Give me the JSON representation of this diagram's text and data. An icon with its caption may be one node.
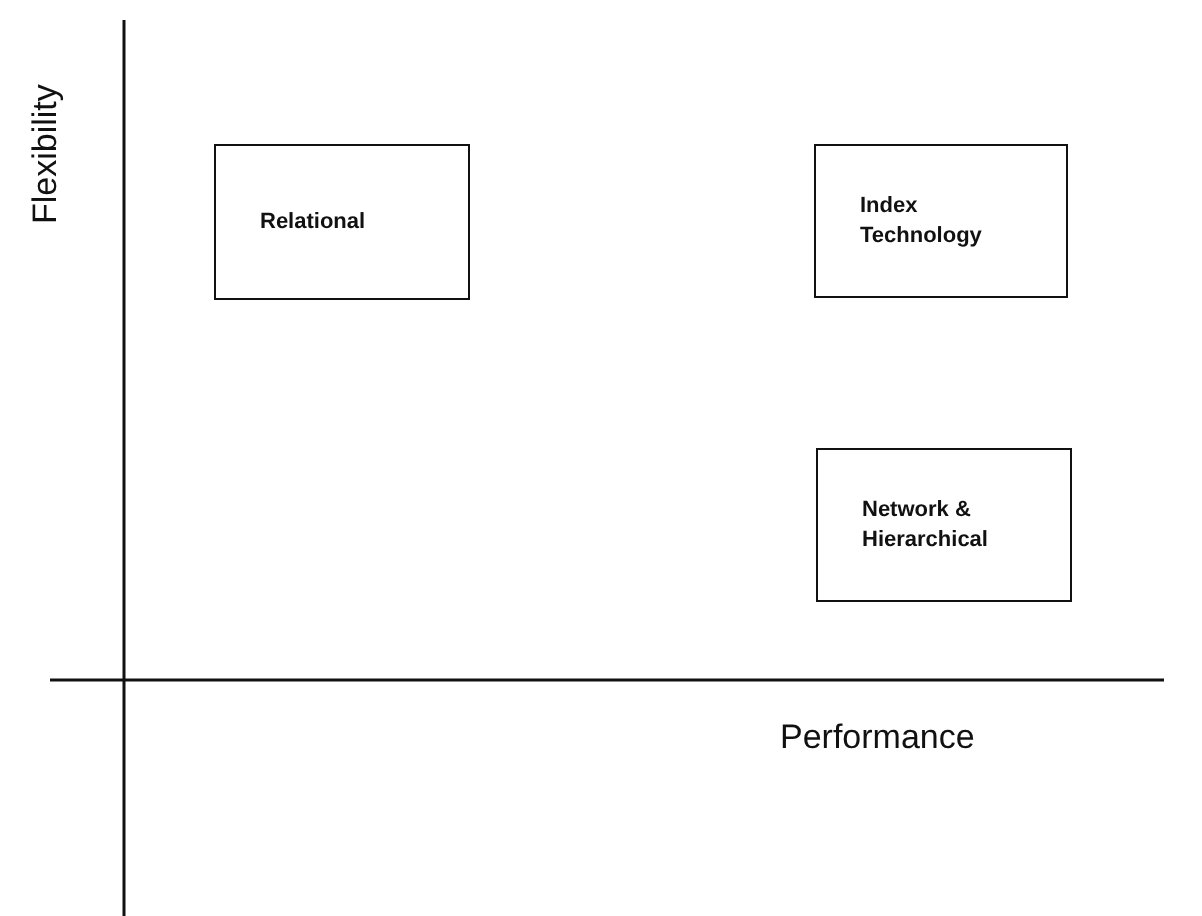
{
  "diagram": {
    "nodes": [
      {
        "text": [
          "Relational"
        ]
      },
      {
        "text": [
          "Index Technology"
        ]
      },
      {
        "text": [
          "Network & Hierarchical"
        ]
      }
    ],
    "labels": [
      "Flexibility",
      "Performance"
    ]
  }
}
